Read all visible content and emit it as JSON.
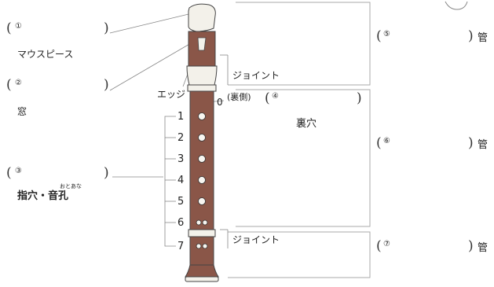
{
  "left_labels": {
    "item1": {
      "marker": "①",
      "text": "マウスピース",
      "open": "(",
      "close": ")"
    },
    "item2": {
      "marker": "②",
      "text": "窓",
      "open": "(",
      "close": ")"
    },
    "item3": {
      "marker": "③",
      "text_main": "指穴・音孔",
      "ruby": "おとあな",
      "open": "(",
      "close": ")"
    }
  },
  "middle_labels": {
    "edge": "エッジ",
    "joint_top": "ジョイント",
    "joint_bottom": "ジョイント",
    "back_side": "(裏側)",
    "item4": {
      "marker": "④",
      "open": "(",
      "close": ")"
    },
    "back_hole": "裏穴"
  },
  "hole_numbers": [
    "0",
    "1",
    "2",
    "3",
    "4",
    "5",
    "6",
    "7"
  ],
  "right_labels": {
    "item5": {
      "marker": "⑤",
      "open": "(",
      "close": ")",
      "suffix": "管"
    },
    "item6": {
      "marker": "⑥",
      "open": "(",
      "close": ")",
      "suffix": "管"
    },
    "item7": {
      "marker": "⑦",
      "open": "(",
      "close": ")",
      "suffix": "管"
    }
  },
  "colors": {
    "body_brown": "#8a5648",
    "ivory": "#f3f1ea",
    "line": "#888888",
    "bracket_line": "#aaaaaa"
  }
}
